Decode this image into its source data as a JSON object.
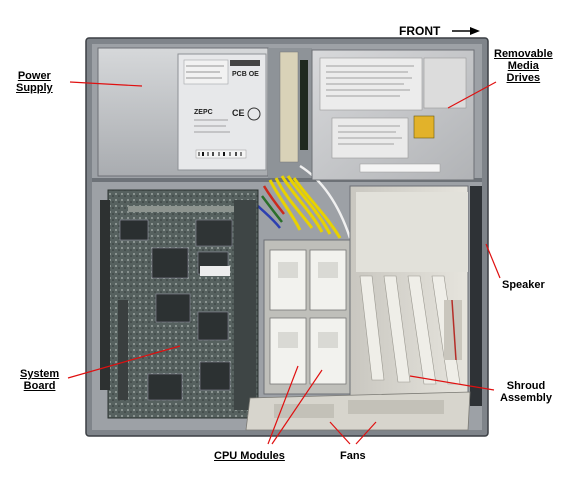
{
  "front": "FRONT",
  "labels": {
    "power_supply": [
      "Power",
      "Supply"
    ],
    "removable_media_drives": [
      "Removable",
      "Media",
      "Drives"
    ],
    "speaker": "Speaker",
    "system_board": [
      "System",
      "Board"
    ],
    "shroud_assembly": [
      "Shroud",
      "Assembly"
    ],
    "cpu_modules": "CPU Modules",
    "fans": "Fans"
  },
  "chassis_text": {
    "psu_model": "ZEPC",
    "psu_mark": "PCB OE",
    "ce_mark": "CE"
  },
  "colors": {
    "chassis": "#8c9096",
    "panel": "#b9bcc0",
    "psu": "#c7c9cc",
    "drive": "#c9cbcd",
    "board": "#5f6b68",
    "shroud": "#d8d6cf",
    "cable_yellow": "#e8d200",
    "leader": "#e01010"
  }
}
